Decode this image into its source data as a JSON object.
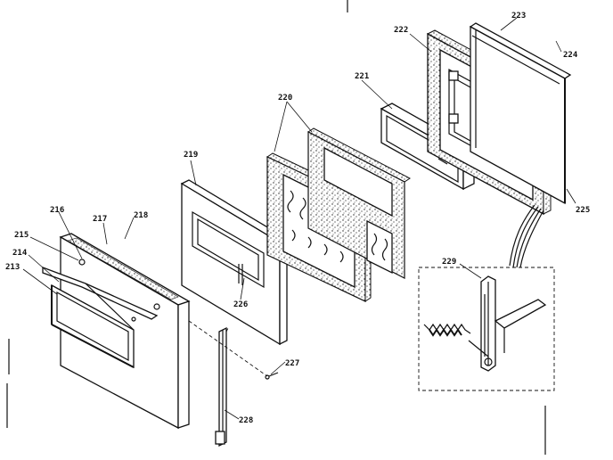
{
  "diagram": {
    "labels": {
      "l213": "213",
      "l214": "214",
      "l215": "215",
      "l216": "216",
      "l217": "217",
      "l218": "218",
      "l219": "219",
      "l220": "220",
      "l221": "221",
      "l222": "222",
      "l223": "223",
      "l224": "224",
      "l225": "225",
      "l226": "226",
      "l227": "227",
      "l228": "228",
      "l229": "229"
    }
  }
}
